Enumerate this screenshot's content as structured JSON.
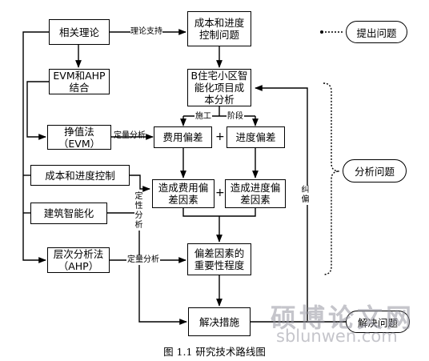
{
  "nodes": {
    "related_theory": "相关理论",
    "cost_schedule_problem": "成本和进度\n控制问题",
    "raise_problem": "提出问题",
    "evm_ahp": "EVM和AHP\n结合",
    "b_project_analysis": "B住宅小区智\n能化项目成\n本分析",
    "evm_method": "挣值法\n（EVM）",
    "cost_deviation": "费用偏差",
    "schedule_deviation": "进度偏差",
    "analyze_problem": "分析问题",
    "cost_schedule_control": "成本和进度控制",
    "cost_dev_factors": "造成费用偏\n差因素",
    "schedule_dev_factors": "造成进度偏\n差因素",
    "building_intelligence": "建筑智能化",
    "ahp_method": "层次分析法\n（AHP）",
    "factor_importance": "偏差因素的\n重要性程度",
    "solution_measures": "解决措施",
    "solve_problem": "解决问题"
  },
  "edge_labels": {
    "theory_support": "理论支持",
    "construction": "施工",
    "stage": "阶段",
    "quantitative_1": "定量分析",
    "quantitative_2": "定量分析",
    "qualitative": "定性分析",
    "correction": "纠偏",
    "plus_1": "+",
    "plus_2": "+"
  },
  "caption": "图 1.1  研究技术路线图",
  "watermark": {
    "title": "硕博论文网",
    "url": "sblunwen.com"
  }
}
